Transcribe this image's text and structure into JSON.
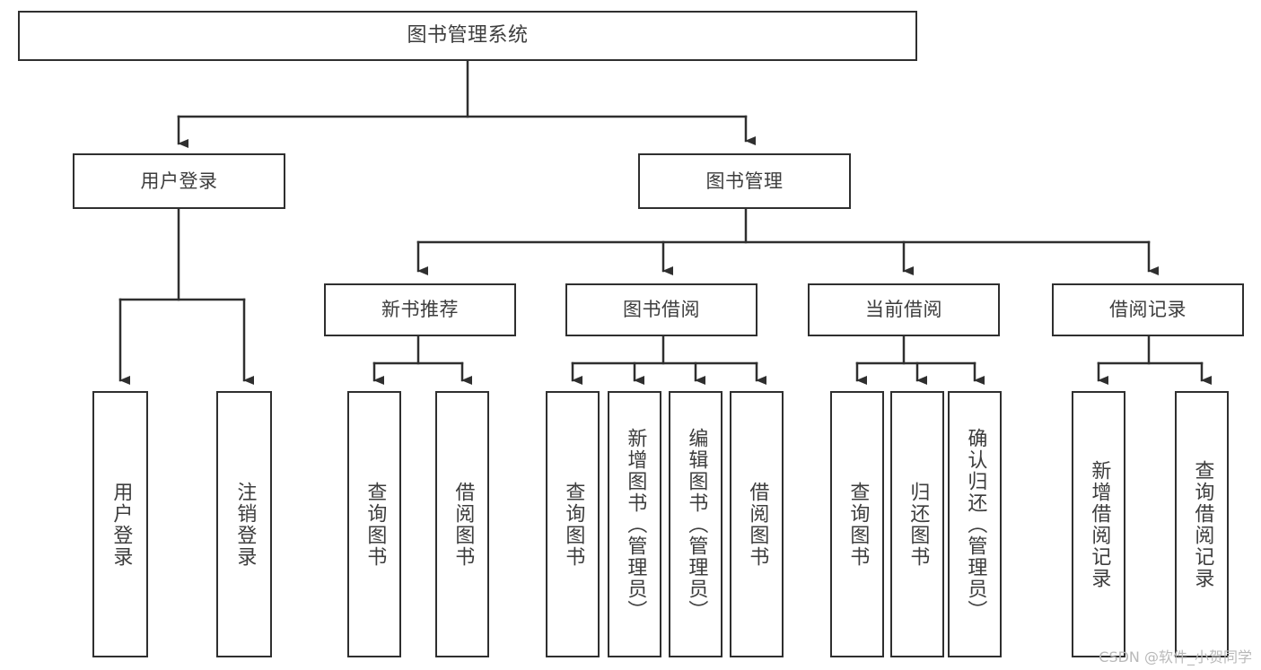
{
  "diagram": {
    "title": "图书管理系统",
    "watermark": "CSDN @软件_小贺同学",
    "style": {
      "border_color": "#2f2f2f",
      "text_color": "#3d3d3d",
      "line_color": "#2f2f2f",
      "background": "#ffffff",
      "watermark_color": "#b9b9b9"
    },
    "nodes": {
      "root": {
        "label": "图书管理系统"
      },
      "level1": [
        {
          "label": "用户登录"
        },
        {
          "label": "图书管理"
        }
      ],
      "level2": [
        {
          "label": "新书推荐"
        },
        {
          "label": "图书借阅"
        },
        {
          "label": "当前借阅"
        },
        {
          "label": "借阅记录"
        }
      ],
      "leaves": {
        "user_login": [
          {
            "label": "用户登录"
          },
          {
            "label": "注销登录"
          }
        ],
        "new_book_recommend": [
          {
            "label": "查询图书"
          },
          {
            "label": "借阅图书"
          }
        ],
        "book_borrow": [
          {
            "label": "查询图书"
          },
          {
            "label": "新增图书（管理员）"
          },
          {
            "label": "编辑图书（管理员）"
          },
          {
            "label": "借阅图书"
          }
        ],
        "current_borrow": [
          {
            "label": "查询图书"
          },
          {
            "label": "归还图书"
          },
          {
            "label": "确认归还（管理员）"
          }
        ],
        "borrow_record": [
          {
            "label": "新增借阅记录"
          },
          {
            "label": "查询借阅记录"
          }
        ]
      }
    }
  }
}
